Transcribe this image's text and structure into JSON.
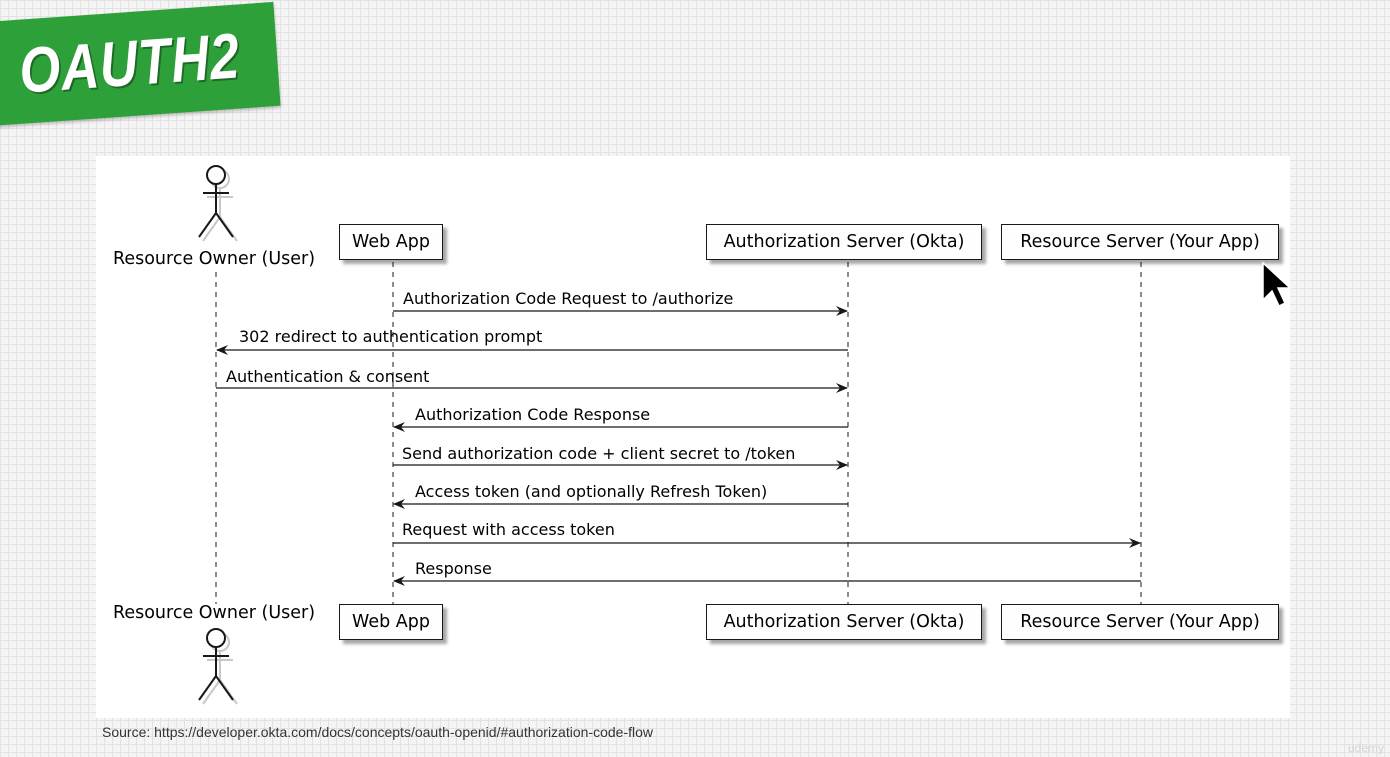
{
  "badge": {
    "text": "OAUTH2",
    "color": "#2ea03a"
  },
  "participants": {
    "user": "Resource Owner (User)",
    "webapp": "Web App",
    "auth": "Authorization Server (Okta)",
    "resource": "Resource Server (Your App)"
  },
  "messages": [
    {
      "from": "webapp",
      "to": "auth",
      "label": "Authorization Code Request to /authorize"
    },
    {
      "from": "auth",
      "to": "user",
      "label": "302 redirect to authentication prompt"
    },
    {
      "from": "user",
      "to": "auth",
      "label": "Authentication & consent"
    },
    {
      "from": "auth",
      "to": "webapp",
      "label": "Authorization Code Response"
    },
    {
      "from": "webapp",
      "to": "auth",
      "label": "Send authorization code + client secret to /token"
    },
    {
      "from": "auth",
      "to": "webapp",
      "label": "Access token (and optionally Refresh Token)"
    },
    {
      "from": "webapp",
      "to": "resource",
      "label": "Request with access token"
    },
    {
      "from": "resource",
      "to": "webapp",
      "label": "Response"
    }
  ],
  "source": "Source: https://developer.okta.com/docs/concepts/oauth-openid/#authorization-code-flow",
  "watermark": "udemy",
  "icons": {
    "actor": "stick-figure-icon",
    "cursor": "mouse-pointer-icon"
  }
}
